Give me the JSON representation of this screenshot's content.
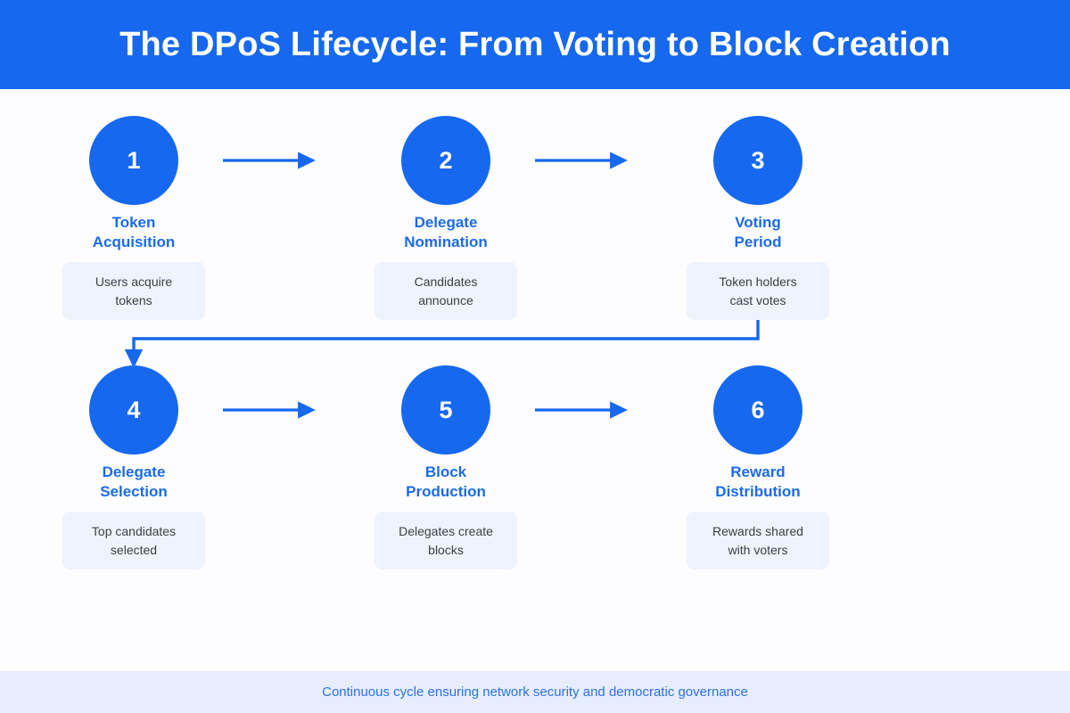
{
  "header": {
    "title": "The DPoS Lifecycle: From Voting to Block Creation",
    "background_color": "#1668ef",
    "text_color": "#ffffff"
  },
  "theme": {
    "accent": "#1668ef",
    "label_color": "#1b6be8",
    "card_background": "#eef3fd",
    "card_text": "#3c4043",
    "page_background": "#fdfdff",
    "footer_background": "#e8edfd",
    "footer_text": "#2a72e4"
  },
  "diagram": {
    "type": "flow-cycle",
    "rows": 2,
    "columns": 3,
    "nodes": [
      {
        "number": "1",
        "label_line_1": "Token",
        "label_line_2": "Acquisition",
        "description_line_1": "Users acquire",
        "description_line_2": "tokens"
      },
      {
        "number": "2",
        "label_line_1": "Delegate",
        "label_line_2": "Nomination",
        "description_line_1": "Candidates",
        "description_line_2": "announce"
      },
      {
        "number": "3",
        "label_line_1": "Voting",
        "label_line_2": "Period",
        "description_line_1": "Token holders",
        "description_line_2": "cast votes"
      },
      {
        "number": "4",
        "label_line_1": "Delegate",
        "label_line_2": "Selection",
        "description_line_1": "Top candidates",
        "description_line_2": "selected"
      },
      {
        "number": "5",
        "label_line_1": "Block",
        "label_line_2": "Production",
        "description_line_1": "Delegates create",
        "description_line_2": "blocks"
      },
      {
        "number": "6",
        "label_line_1": "Reward",
        "label_line_2": "Distribution",
        "description_line_1": "Rewards shared",
        "description_line_2": "with voters"
      }
    ],
    "connectors": [
      {
        "name": "arrow-1-to-2",
        "from": "1",
        "to": "2",
        "style": "straight-right"
      },
      {
        "name": "arrow-2-to-3",
        "from": "2",
        "to": "3",
        "style": "straight-right"
      },
      {
        "name": "arrow-3-to-4",
        "from": "3",
        "to": "4",
        "style": "wrap-down-left"
      },
      {
        "name": "arrow-4-to-5",
        "from": "4",
        "to": "5",
        "style": "straight-right"
      },
      {
        "name": "arrow-5-to-6",
        "from": "5",
        "to": "6",
        "style": "straight-right"
      }
    ]
  },
  "footer": {
    "caption": "Continuous cycle ensuring network security and democratic governance"
  }
}
